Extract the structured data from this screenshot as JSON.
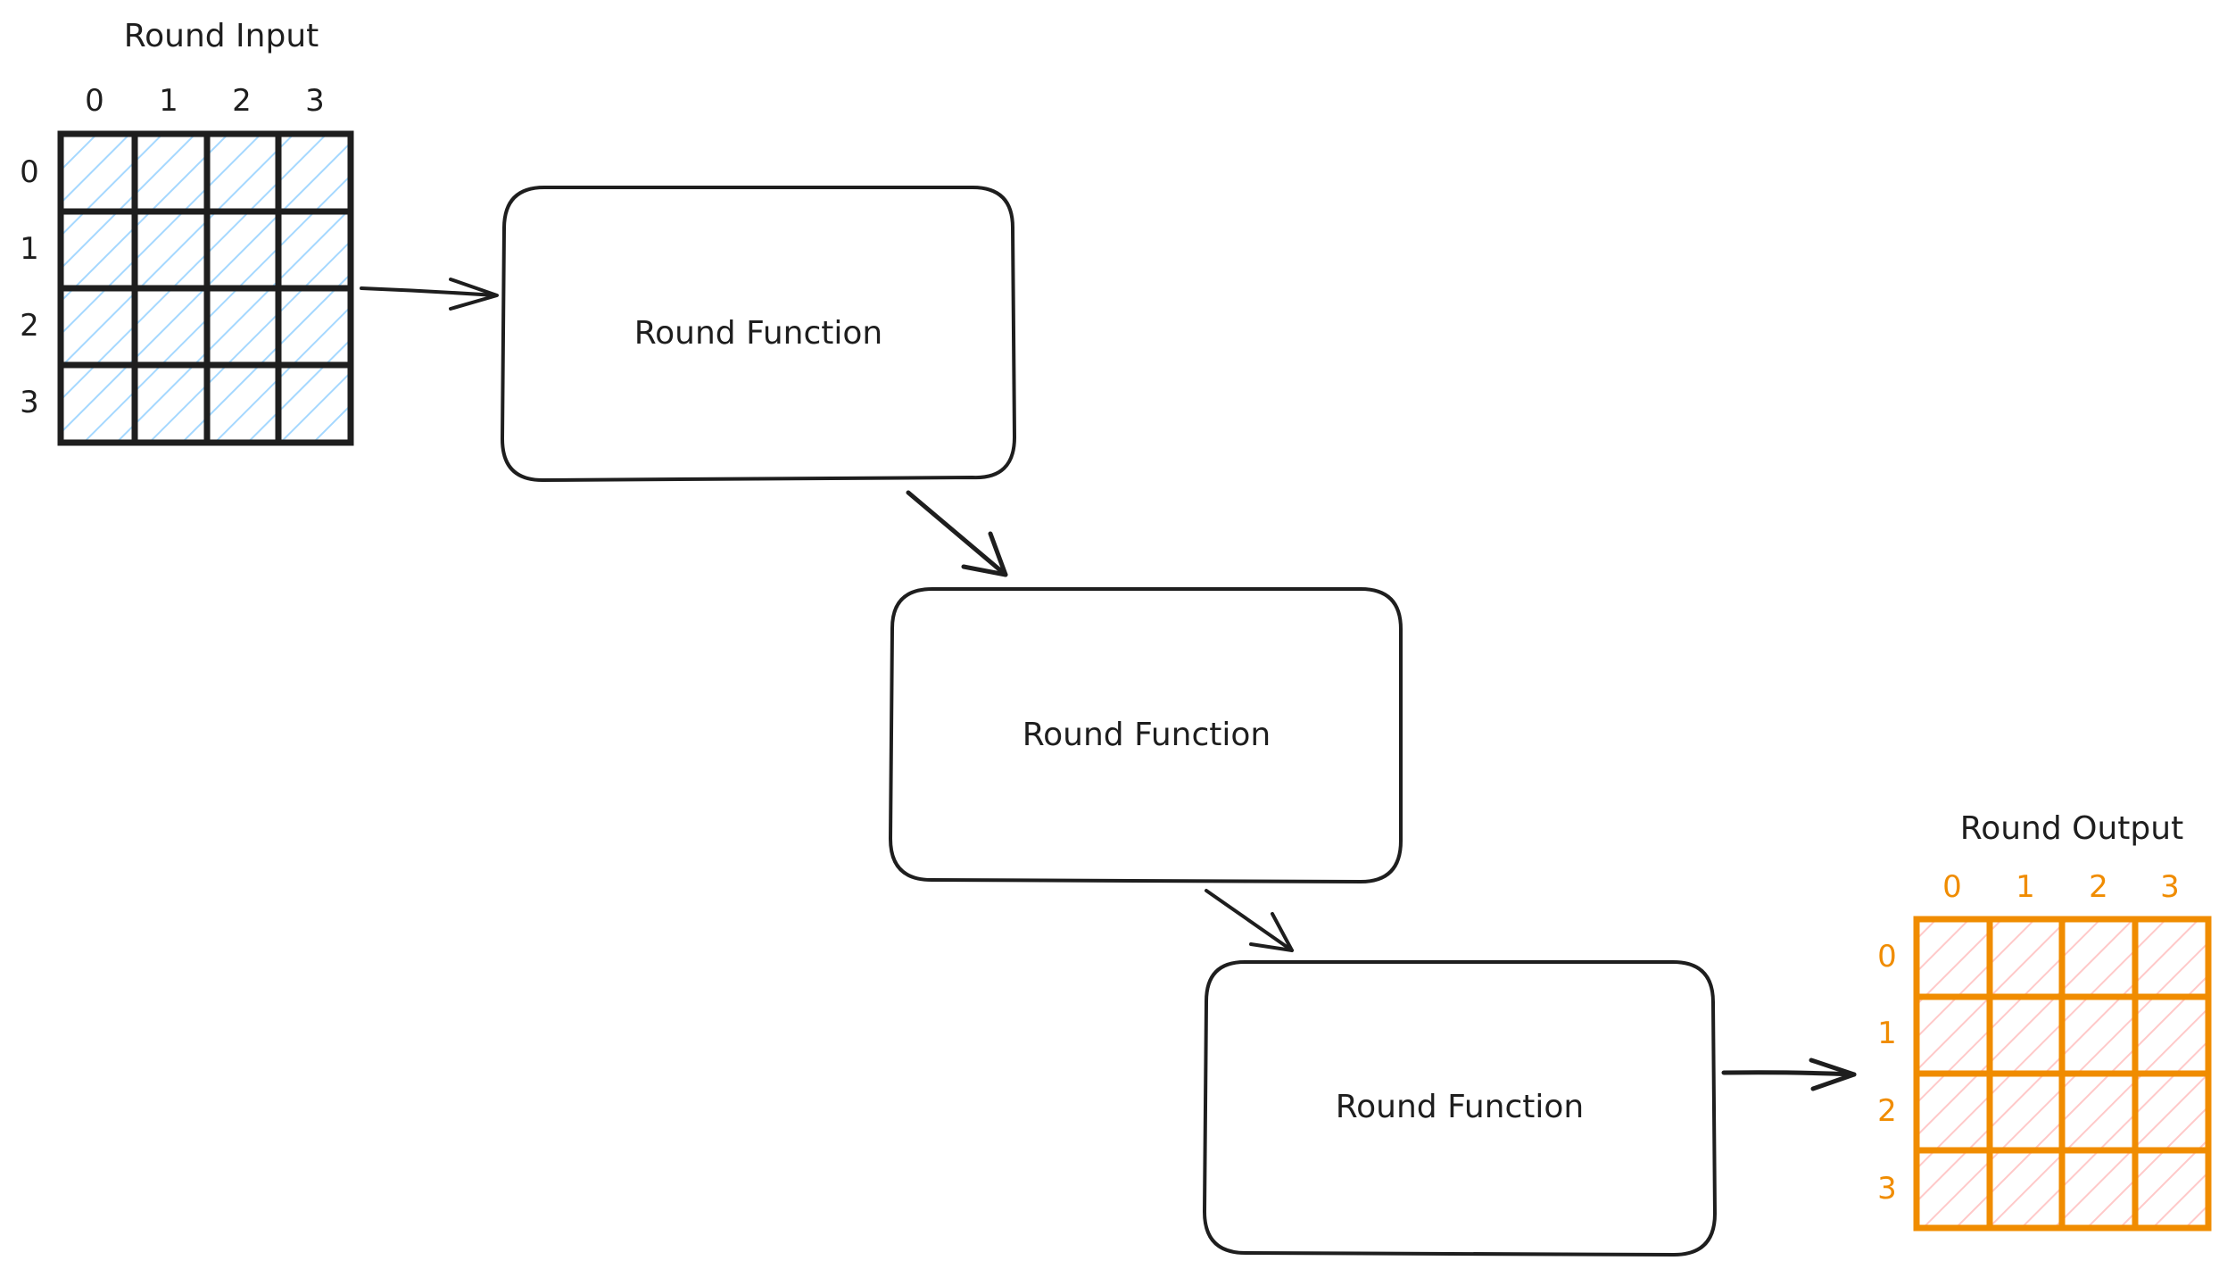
{
  "input_matrix": {
    "title": "Round Input",
    "col_headers": [
      "0",
      "1",
      "2",
      "3"
    ],
    "row_headers": [
      "0",
      "1",
      "2",
      "3"
    ],
    "grid_color": "#1e1e1e",
    "label_color": "#1e1e1e",
    "hatch_color": "#a5d8ff"
  },
  "round_boxes": [
    {
      "label": "Round Function"
    },
    {
      "label": "Round Function"
    },
    {
      "label": "Round Function"
    }
  ],
  "output_matrix": {
    "title": "Round Output",
    "col_headers": [
      "0",
      "1",
      "2",
      "3"
    ],
    "row_headers": [
      "0",
      "1",
      "2",
      "3"
    ],
    "grid_color": "#f08c00",
    "label_color": "#f08c00",
    "hatch_color": "#ffc9c9"
  },
  "colors": {
    "stroke": "#1e1e1e",
    "background": "#ffffff"
  }
}
